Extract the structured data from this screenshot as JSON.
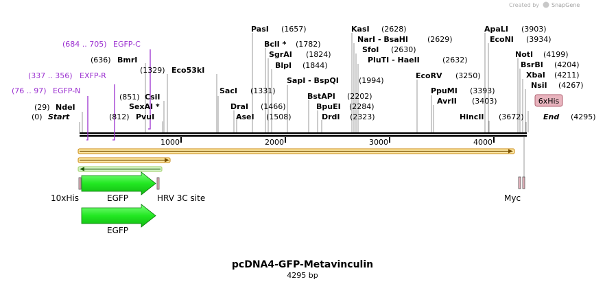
{
  "watermark": {
    "prefix": "Created by",
    "brand": "SnapGene"
  },
  "title": "pcDNA4-GFP-Metavinculin",
  "subtitle": "4295 bp",
  "backbone": {
    "length": 4295,
    "ticks": [
      1000,
      2000,
      3000,
      4000
    ]
  },
  "enzymes": [
    {
      "name": "Start",
      "pos": "(0)"
    },
    {
      "name": "End",
      "pos": "(4295)"
    },
    {
      "name": "NdeI",
      "pos": "(29)"
    },
    {
      "name": "PvuI",
      "pos": "(812)"
    },
    {
      "name": "SexAI *",
      "pos": ""
    },
    {
      "name": "CsiI",
      "pos": "(851)"
    },
    {
      "name": "BmrI",
      "pos": "(636)"
    },
    {
      "name": "Eco53kI",
      "pos": "(1329)"
    },
    {
      "name": "SacI",
      "pos": "(1331)"
    },
    {
      "name": "DraI",
      "pos": "(1466)"
    },
    {
      "name": "AseI",
      "pos": "(1508)"
    },
    {
      "name": "PasI",
      "pos": "(1657)"
    },
    {
      "name": "BclI *",
      "pos": "(1782)"
    },
    {
      "name": "SgrAI",
      "pos": "(1824)"
    },
    {
      "name": "BlpI",
      "pos": "(1844)"
    },
    {
      "name": "SapI - BspQI",
      "pos": "(1994)"
    },
    {
      "name": "BstAPI",
      "pos": "(2202)"
    },
    {
      "name": "BpuEI",
      "pos": "(2284)"
    },
    {
      "name": "DrdI",
      "pos": "(2323)"
    },
    {
      "name": "KasI",
      "pos": "(2628)"
    },
    {
      "name": "NarI - BsaHI",
      "pos": "(2629)"
    },
    {
      "name": "SfoI",
      "pos": "(2630)"
    },
    {
      "name": "PluTI - HaeII",
      "pos": "(2632)"
    },
    {
      "name": "EcoRV",
      "pos": "(3250)"
    },
    {
      "name": "PpuMI",
      "pos": "(3393)"
    },
    {
      "name": "AvrII",
      "pos": "(3403)"
    },
    {
      "name": "HincII",
      "pos": "(3672)"
    },
    {
      "name": "ApaLI",
      "pos": "(3903)"
    },
    {
      "name": "EcoNI",
      "pos": "(3934)"
    },
    {
      "name": "NotI",
      "pos": "(4199)"
    },
    {
      "name": "BsrBI",
      "pos": "(4204)"
    },
    {
      "name": "XbaI",
      "pos": "(4211)"
    },
    {
      "name": "NsiI",
      "pos": "(4267)"
    }
  ],
  "primers": [
    {
      "name": "EGFP-C",
      "pos": "(684 .. 705)"
    },
    {
      "name": "EXFP-R",
      "pos": "(337 .. 356)"
    },
    {
      "name": "EGFP-N",
      "pos": "(76 .. 97)"
    }
  ],
  "feature_tag": "6xHis",
  "features": [
    {
      "name": "10xHis"
    },
    {
      "name": "EGFP"
    },
    {
      "name": "HRV 3C site"
    },
    {
      "name": "Myc"
    },
    {
      "name": "EGFP"
    }
  ],
  "colors": {
    "enzyme_text": "#000000",
    "primer_text": "#9b30d0",
    "gfp_fill": "#22e822",
    "orf_outline": "#c8860b",
    "orf_fill": "#fde9a6",
    "tag_fill": "#e8b4be",
    "tag_border": "#b06070"
  }
}
